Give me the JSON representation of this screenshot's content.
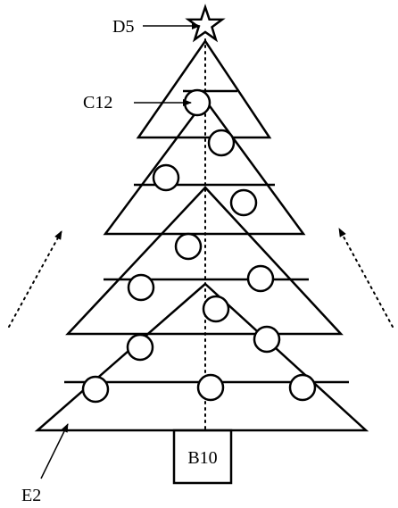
{
  "labels": {
    "top": "D5",
    "upper": "C12",
    "trunk": "B10",
    "bottom": "E2"
  },
  "colors": {
    "line": "#000000",
    "background": "#ffffff"
  }
}
